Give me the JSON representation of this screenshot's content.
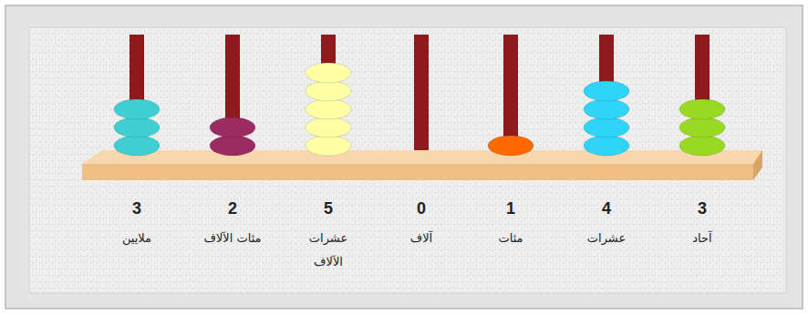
{
  "diagram": {
    "labels": [
      "3",
      "ملايين",
      "2",
      "مئات الآلاف",
      "5",
      "عشرات الآلاف",
      "0",
      "آلاف",
      "1",
      "مئات",
      "4",
      "عشرات",
      "3",
      "آحاد"
    ]
  }
}
